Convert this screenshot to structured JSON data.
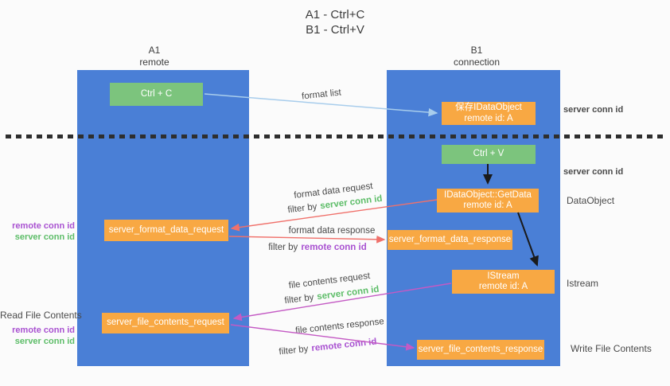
{
  "title": {
    "line1": "A1 - Ctrl+C",
    "line2": "B1 - Ctrl+V"
  },
  "lanes": {
    "left": {
      "name": "A1",
      "subtitle": "remote"
    },
    "right": {
      "name": "B1",
      "subtitle": "connection"
    }
  },
  "nodes": {
    "ctrl_c": {
      "label": "Ctrl + C"
    },
    "ctrl_v": {
      "label": "Ctrl + V"
    },
    "save_dataobject": {
      "line1": "保存IDataObject",
      "line2": "remote id: A"
    },
    "getdata": {
      "line1": "IDataObject::GetData",
      "line2": "remote id: A"
    },
    "istream": {
      "line1": "IStream",
      "line2": "remote id: A"
    },
    "format_request": {
      "label": "server_format_data_request"
    },
    "format_response": {
      "label": "server_format_data_response"
    },
    "file_request": {
      "label": "server_file_contents_request"
    },
    "file_response": {
      "label": "server_file_contents_response"
    }
  },
  "edge_labels": {
    "format_list": "format list",
    "format_data_request": "format data request",
    "format_data_response": "format data response",
    "file_contents_request": "file contents request",
    "file_contents_response": "file contents response",
    "filter_by": "filter by",
    "server_conn_id": "server conn id",
    "remote_conn_id": "remote conn id"
  },
  "side_labels": {
    "remote_conn_id": "remote conn id",
    "server_conn_id": "server conn id",
    "read_file_contents": "Read File Contents",
    "write_file_contents": "Write File Contents",
    "dataobject": "DataObject",
    "istream": "Istream"
  },
  "colors": {
    "lane_blue": "#4a7fd6",
    "node_green": "#7cc47d",
    "node_orange": "#f8a843",
    "text_green": "#5dbd68",
    "text_purple": "#a952d1",
    "arrow_red": "#f0716b",
    "arrow_magenta": "#c45ac4",
    "arrow_lightblue": "#a8cdec",
    "arrow_black": "#1a1a1a"
  }
}
